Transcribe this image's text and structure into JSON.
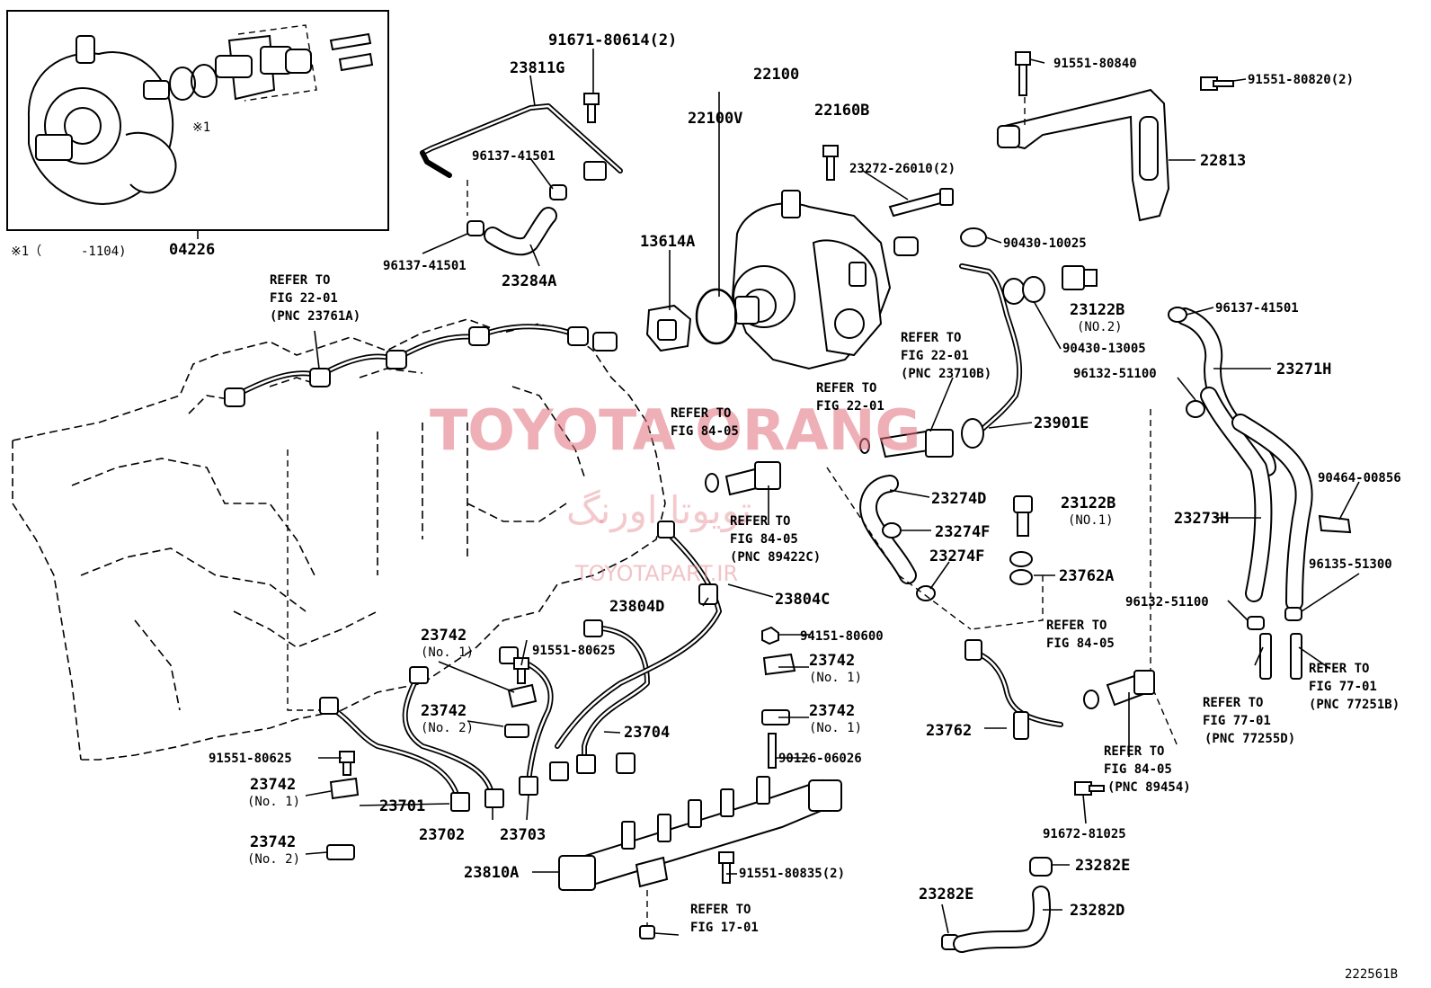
{
  "figure_code": "222561B",
  "inset": {
    "part_number": "04226",
    "mark": "※1",
    "footnote_prefix": "※1（",
    "footnote_suffix": "-1104)"
  },
  "watermark": {
    "brand": "TOYOTA ORANG",
    "brand_fa": "تویوتا اورنگ",
    "url": "TOYOTAPART.IR"
  },
  "labels": [
    {
      "id": "91671-80614",
      "text": "91671-80614(2)"
    },
    {
      "id": "23811G",
      "text": "23811G"
    },
    {
      "id": "22100",
      "text": "22100"
    },
    {
      "id": "22100V",
      "text": "22100V"
    },
    {
      "id": "22160B",
      "text": "22160B"
    },
    {
      "id": "96137-41501-a",
      "text": "96137-41501"
    },
    {
      "id": "96137-41501-b",
      "text": "96137-41501"
    },
    {
      "id": "23284A",
      "text": "23284A"
    },
    {
      "id": "13614A",
      "text": "13614A"
    },
    {
      "id": "23272-26010",
      "text": "23272-26010(2)"
    },
    {
      "id": "91551-80840",
      "text": "91551-80840"
    },
    {
      "id": "91551-80820",
      "text": "91551-80820(2)"
    },
    {
      "id": "22813",
      "text": "22813"
    },
    {
      "id": "90430-10025",
      "text": "90430-10025"
    },
    {
      "id": "23122B-no2",
      "text": "23122B"
    },
    {
      "id": "23122B-no2-sub",
      "text": "(NO.2)"
    },
    {
      "id": "90430-13005",
      "text": "90430-13005"
    },
    {
      "id": "96137-41501-c",
      "text": "96137-41501"
    },
    {
      "id": "23271H",
      "text": "23271H"
    },
    {
      "id": "96132-51100-a",
      "text": "96132-51100"
    },
    {
      "id": "23901E",
      "text": "23901E"
    },
    {
      "id": "23274D",
      "text": "23274D"
    },
    {
      "id": "23274F-a",
      "text": "23274F"
    },
    {
      "id": "23274F-b",
      "text": "23274F"
    },
    {
      "id": "23122B-no1",
      "text": "23122B"
    },
    {
      "id": "23122B-no1-sub",
      "text": "(NO.1)"
    },
    {
      "id": "23762A",
      "text": "23762A"
    },
    {
      "id": "23273H",
      "text": "23273H"
    },
    {
      "id": "90464-00856",
      "text": "90464-00856"
    },
    {
      "id": "96135-51300",
      "text": "96135-51300"
    },
    {
      "id": "96132-51100-b",
      "text": "96132-51100"
    },
    {
      "id": "23804D",
      "text": "23804D"
    },
    {
      "id": "23804C",
      "text": "23804C"
    },
    {
      "id": "94151-80600",
      "text": "94151-80600"
    },
    {
      "id": "23742-a",
      "text": "23742"
    },
    {
      "id": "23742-a-sub",
      "text": "(No. 1)"
    },
    {
      "id": "91551-80625-a",
      "text": "91551-80625"
    },
    {
      "id": "23742-b",
      "text": "23742"
    },
    {
      "id": "23742-b-sub",
      "text": "(No. 2)"
    },
    {
      "id": "23742-c",
      "text": "23742"
    },
    {
      "id": "23742-c-sub",
      "text": "(No. 1)"
    },
    {
      "id": "23742-d",
      "text": "23742"
    },
    {
      "id": "23742-d-sub",
      "text": "(No. 1)"
    },
    {
      "id": "23704",
      "text": "23704"
    },
    {
      "id": "90126-06026",
      "text": "90126-06026"
    },
    {
      "id": "23762",
      "text": "23762"
    },
    {
      "id": "91551-80625-b",
      "text": "91551-80625"
    },
    {
      "id": "23742-e",
      "text": "23742"
    },
    {
      "id": "23742-e-sub",
      "text": "(No. 1)"
    },
    {
      "id": "23701",
      "text": "23701"
    },
    {
      "id": "23702",
      "text": "23702"
    },
    {
      "id": "23703",
      "text": "23703"
    },
    {
      "id": "23742-f",
      "text": "23742"
    },
    {
      "id": "23742-f-sub",
      "text": "(No. 2)"
    },
    {
      "id": "23810A",
      "text": "23810A"
    },
    {
      "id": "91551-80835",
      "text": "91551-80835(2)"
    },
    {
      "id": "91672-81025",
      "text": "91672-81025"
    },
    {
      "id": "23282E-a",
      "text": "23282E"
    },
    {
      "id": "23282E-b",
      "text": "23282E"
    },
    {
      "id": "23282D",
      "text": "23282D"
    }
  ],
  "refer_notes": [
    {
      "id": "ref-22-01-23761A",
      "lines": [
        "REFER TO",
        "FIG 22-01",
        "(PNC 23761A)"
      ]
    },
    {
      "id": "ref-22-01-23710B",
      "lines": [
        "REFER TO",
        "FIG 22-01",
        "(PNC 23710B)"
      ]
    },
    {
      "id": "ref-22-01",
      "lines": [
        "REFER TO",
        "FIG 22-01"
      ]
    },
    {
      "id": "ref-84-05-a",
      "lines": [
        "REFER TO",
        "FIG 84-05"
      ]
    },
    {
      "id": "ref-84-05-89422C",
      "lines": [
        "REFER TO",
        "FIG 84-05",
        "(PNC 89422C)"
      ]
    },
    {
      "id": "ref-84-05-b",
      "lines": [
        "REFER TO",
        "FIG 84-05"
      ]
    },
    {
      "id": "ref-84-05-89454",
      "lines": [
        "REFER TO",
        "FIG 84-05",
        "(PNC 89454)"
      ]
    },
    {
      "id": "ref-77-01-77255D",
      "lines": [
        "REFER TO",
        "FIG 77-01",
        "(PNC 77255D)"
      ]
    },
    {
      "id": "ref-77-01-77251B",
      "lines": [
        "REFER TO",
        "FIG 77-01",
        "(PNC 77251B)"
      ]
    },
    {
      "id": "ref-17-01",
      "lines": [
        "REFER TO",
        "FIG 17-01"
      ]
    }
  ]
}
